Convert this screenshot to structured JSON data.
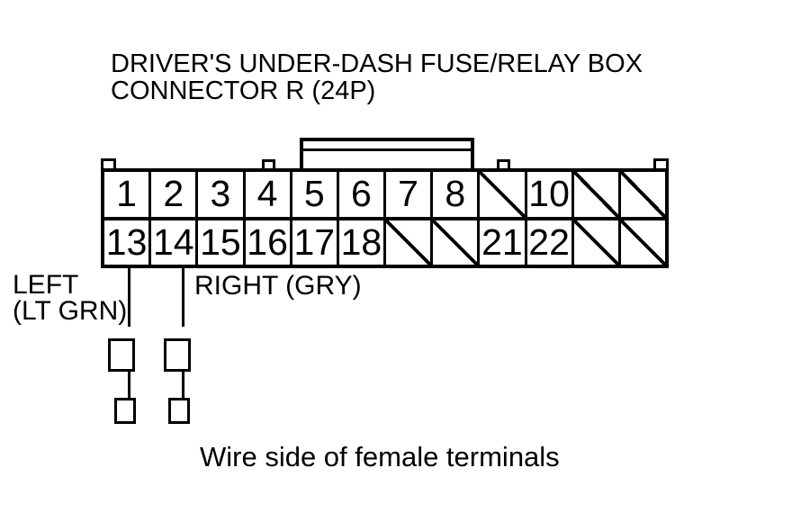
{
  "title": {
    "line1": "DRIVER'S UNDER-DASH FUSE/RELAY BOX",
    "line2": "CONNECTOR R (24P)"
  },
  "connector": {
    "top_row": [
      "1",
      "2",
      "3",
      "4",
      "5",
      "6",
      "7",
      "8",
      "",
      "10",
      "",
      ""
    ],
    "bottom_row": [
      "13",
      "14",
      "15",
      "16",
      "17",
      "18",
      "",
      "",
      "21",
      "22",
      "",
      ""
    ]
  },
  "wire_labels": {
    "left_line1": "LEFT",
    "left_line2": "(LT GRN)",
    "right": "RIGHT (GRY)"
  },
  "caption": "Wire side of female terminals",
  "colors": {
    "line": "#000000",
    "background": "#ffffff"
  }
}
